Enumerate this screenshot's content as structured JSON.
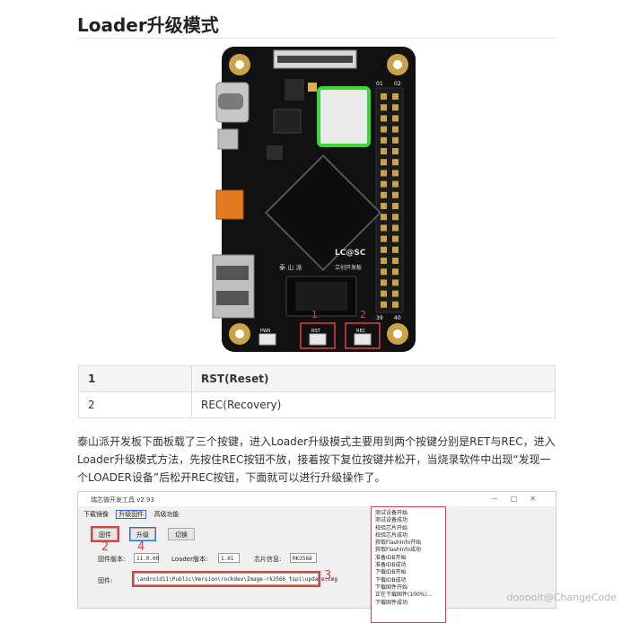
{
  "page": {
    "title": "Loader升级模式",
    "watermark": "dooooit@ChangeCode"
  },
  "board": {
    "labels": {
      "d1": "01",
      "d2": "02",
      "d39": "39",
      "d40": "40",
      "pwr": "PWR",
      "rst": "RST",
      "rec": "REC",
      "brand": "LC@SC",
      "brand_sub": "立创开发板",
      "logo_text": "泰 山 派",
      "num1": "1",
      "num2": "2"
    }
  },
  "table": {
    "rows": [
      {
        "num": "1",
        "name": "RST(Reset)"
      },
      {
        "num": "2",
        "name": "REC(Recovery)"
      }
    ]
  },
  "paragraph": "泰山派开发板下面板载了三个按键，进入Loader升级模式主要用到两个按键分别是RET与REC，进入Loader升级模式方法，先按住REC按钮不放，接着按下复位按键并松开，当烧录软件中出现“发现一个LOADER设备”后松开REC按钮，下面就可以进行升级操作了。",
  "tool": {
    "window_title": "瑞芯微开发工具 v2.93",
    "window_controls": "—□✕",
    "tabs": [
      "下载镜像",
      "升级固件",
      "高级功能"
    ],
    "buttons": {
      "firmware": "固件",
      "upgrade": "升级",
      "switch": "切换"
    },
    "fields": {
      "fw_version_label": "固件版本:",
      "fw_version": "11.0.00",
      "loader_version_label": "Loader版本:",
      "loader_version": "1.01",
      "chip_label": "芯片信息:",
      "chip": "RK3568",
      "firmware_label": "固件:",
      "firmware_path": "\\android11\\Public\\Version\\rockdev\\Image-rk3566_tspi\\update.img"
    },
    "annotations": {
      "a2": "2",
      "a3": "3",
      "a4": "4"
    },
    "log": [
      "测试设备开始",
      "测试设备成功",
      "校验芯片开始",
      "校验芯片成功",
      "获取FlashInfo开始",
      "获取FlashInfo成功",
      "准备IDB开始",
      "准备IDB成功",
      "下载IDB开始",
      "下载IDB成功",
      "下载固件开始",
      "正在下载固件(100%)...",
      "下载固件成功"
    ]
  }
}
